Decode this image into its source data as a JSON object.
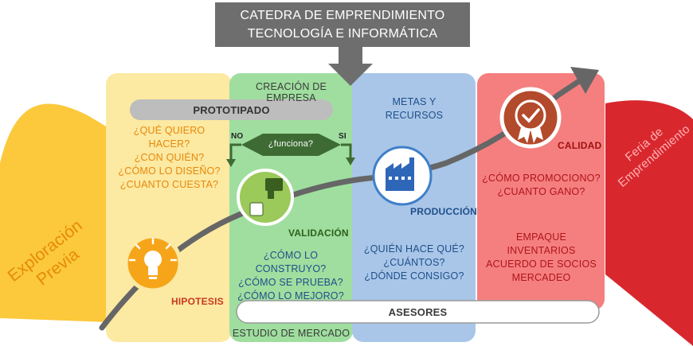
{
  "header": {
    "line1": "CATEDRA DE EMPRENDIMIENTO",
    "line2": "TECNOLOGÍA E INFORMÁTICA"
  },
  "left_wing": {
    "line1": "Exploración",
    "line2": "Previa"
  },
  "right_wing": {
    "line1": "Feria de",
    "line2": "Emprendimiento"
  },
  "prototipado": {
    "label": "PROTOTIPADO"
  },
  "decision": {
    "no": "NO",
    "question": "¿funciona?",
    "yes": "SI"
  },
  "yellow_column": {
    "questions": [
      "¿QUÉ QUIERO HACER?",
      "¿CON QUIÉN?",
      "¿CÓMO LO DISEÑO?",
      "¿CUANTO CUESTA?"
    ],
    "stage": "HIPOTESIS"
  },
  "green_column": {
    "title": "CREACIÓN DE EMPRESA",
    "stage": "VALIDACIÓN",
    "questions": [
      "¿CÓMO LO CONSTRUYO?",
      "¿CÓMO SE PRUEBA?",
      "¿CÓMO LO MEJORO?"
    ],
    "footer": "ESTUDIO DE MERCADO"
  },
  "blue_column": {
    "title_line1": "METAS Y",
    "title_line2": "RECURSOS",
    "stage": "PRODUCCIÓN",
    "questions": [
      "¿QUIÉN HACE QUÉ?",
      "¿CUÁNTOS?",
      "¿DÓNDE CONSIGO?"
    ]
  },
  "red_column": {
    "stage": "CALIDAD",
    "questions": [
      "¿CÓMO PROMOCIONO?",
      "¿CUANTO GANO?"
    ],
    "items": [
      "EMPAQUE",
      "INVENTARIOS",
      "ACUERDO DE SOCIOS",
      "MERCADEO"
    ]
  },
  "asesores": {
    "label": "ASESORES"
  },
  "icons": [
    "lightbulb-icon",
    "thumbs-icon",
    "factory-icon",
    "quality-badge-icon"
  ],
  "colors": {
    "yellow_panel": "#fce9a2",
    "green_panel": "#9fde9f",
    "blue_panel": "#a9c6e8",
    "red_panel": "#f57f7f",
    "left_wing": "#fbc93b",
    "right_wing": "#d9272e",
    "arrow": "#666666",
    "header": "#6e6e6e"
  }
}
